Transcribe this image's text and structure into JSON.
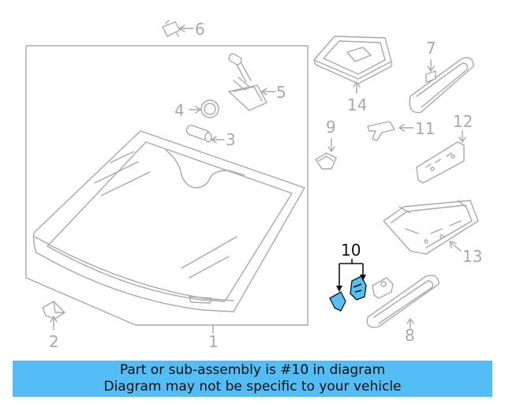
{
  "callouts": {
    "c1": "1",
    "c2": "2",
    "c3": "3",
    "c4": "4",
    "c5": "5",
    "c6": "6",
    "c7": "7",
    "c8": "8",
    "c9": "9",
    "c10": "10",
    "c11": "11",
    "c12": "12",
    "c13": "13",
    "c14": "14"
  },
  "highlight_color": "#59bff3",
  "banner": {
    "line1": "Part or sub-assembly is #10 in diagram",
    "line2": "Diagram may not be specific to your vehicle",
    "background": "#55bdf5"
  }
}
